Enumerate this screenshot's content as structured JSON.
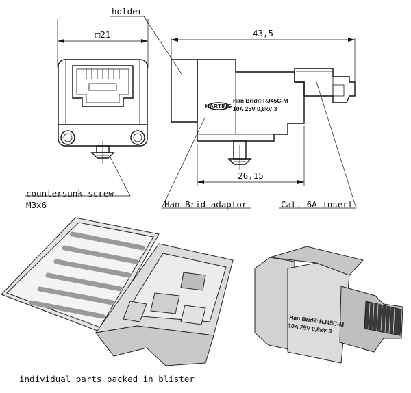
{
  "drawing": {
    "front_view": {
      "width_dim": "□21",
      "screw_label_line1": "countersunk screw",
      "screw_label_line2": "M3x6"
    },
    "side_view": {
      "holder_label": "holder",
      "length_dim": "43,5",
      "depth_dim": "26,15",
      "adaptor_label": "Han-Brid adaptor",
      "insert_label": "Cat. 6A insert",
      "product_marking_line1": "Han Brid® RJ45C-M",
      "product_marking_line2": "10A 25V 0,8kV 3"
    }
  },
  "photos": {
    "blister_caption": "individual parts packed in blister",
    "assembled_marking_line1": "Han Brid® RJ45C-M",
    "assembled_marking_line2": "10A 25V 0,8kV 3"
  },
  "colors": {
    "line": "#111111",
    "photo_fill": "#d9d9d9",
    "photo_dark": "#3a3a3a"
  }
}
